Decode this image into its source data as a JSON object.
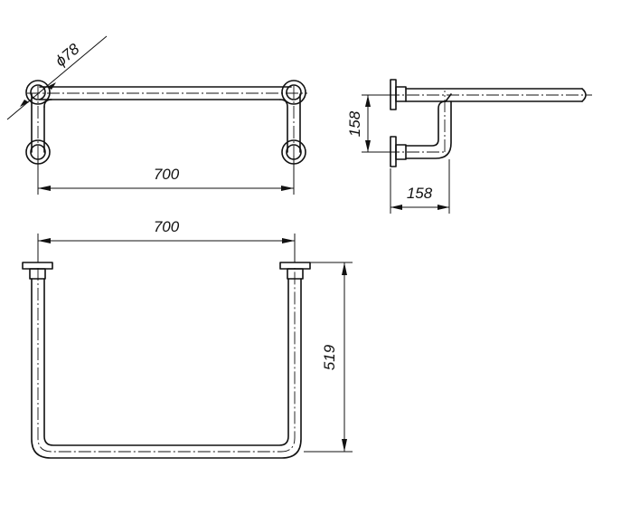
{
  "dimensions": {
    "diameter": "ϕ78",
    "width_top": "700",
    "width_front": "700",
    "depth_vertical": "158",
    "depth_horizontal": "158",
    "height": "519"
  }
}
